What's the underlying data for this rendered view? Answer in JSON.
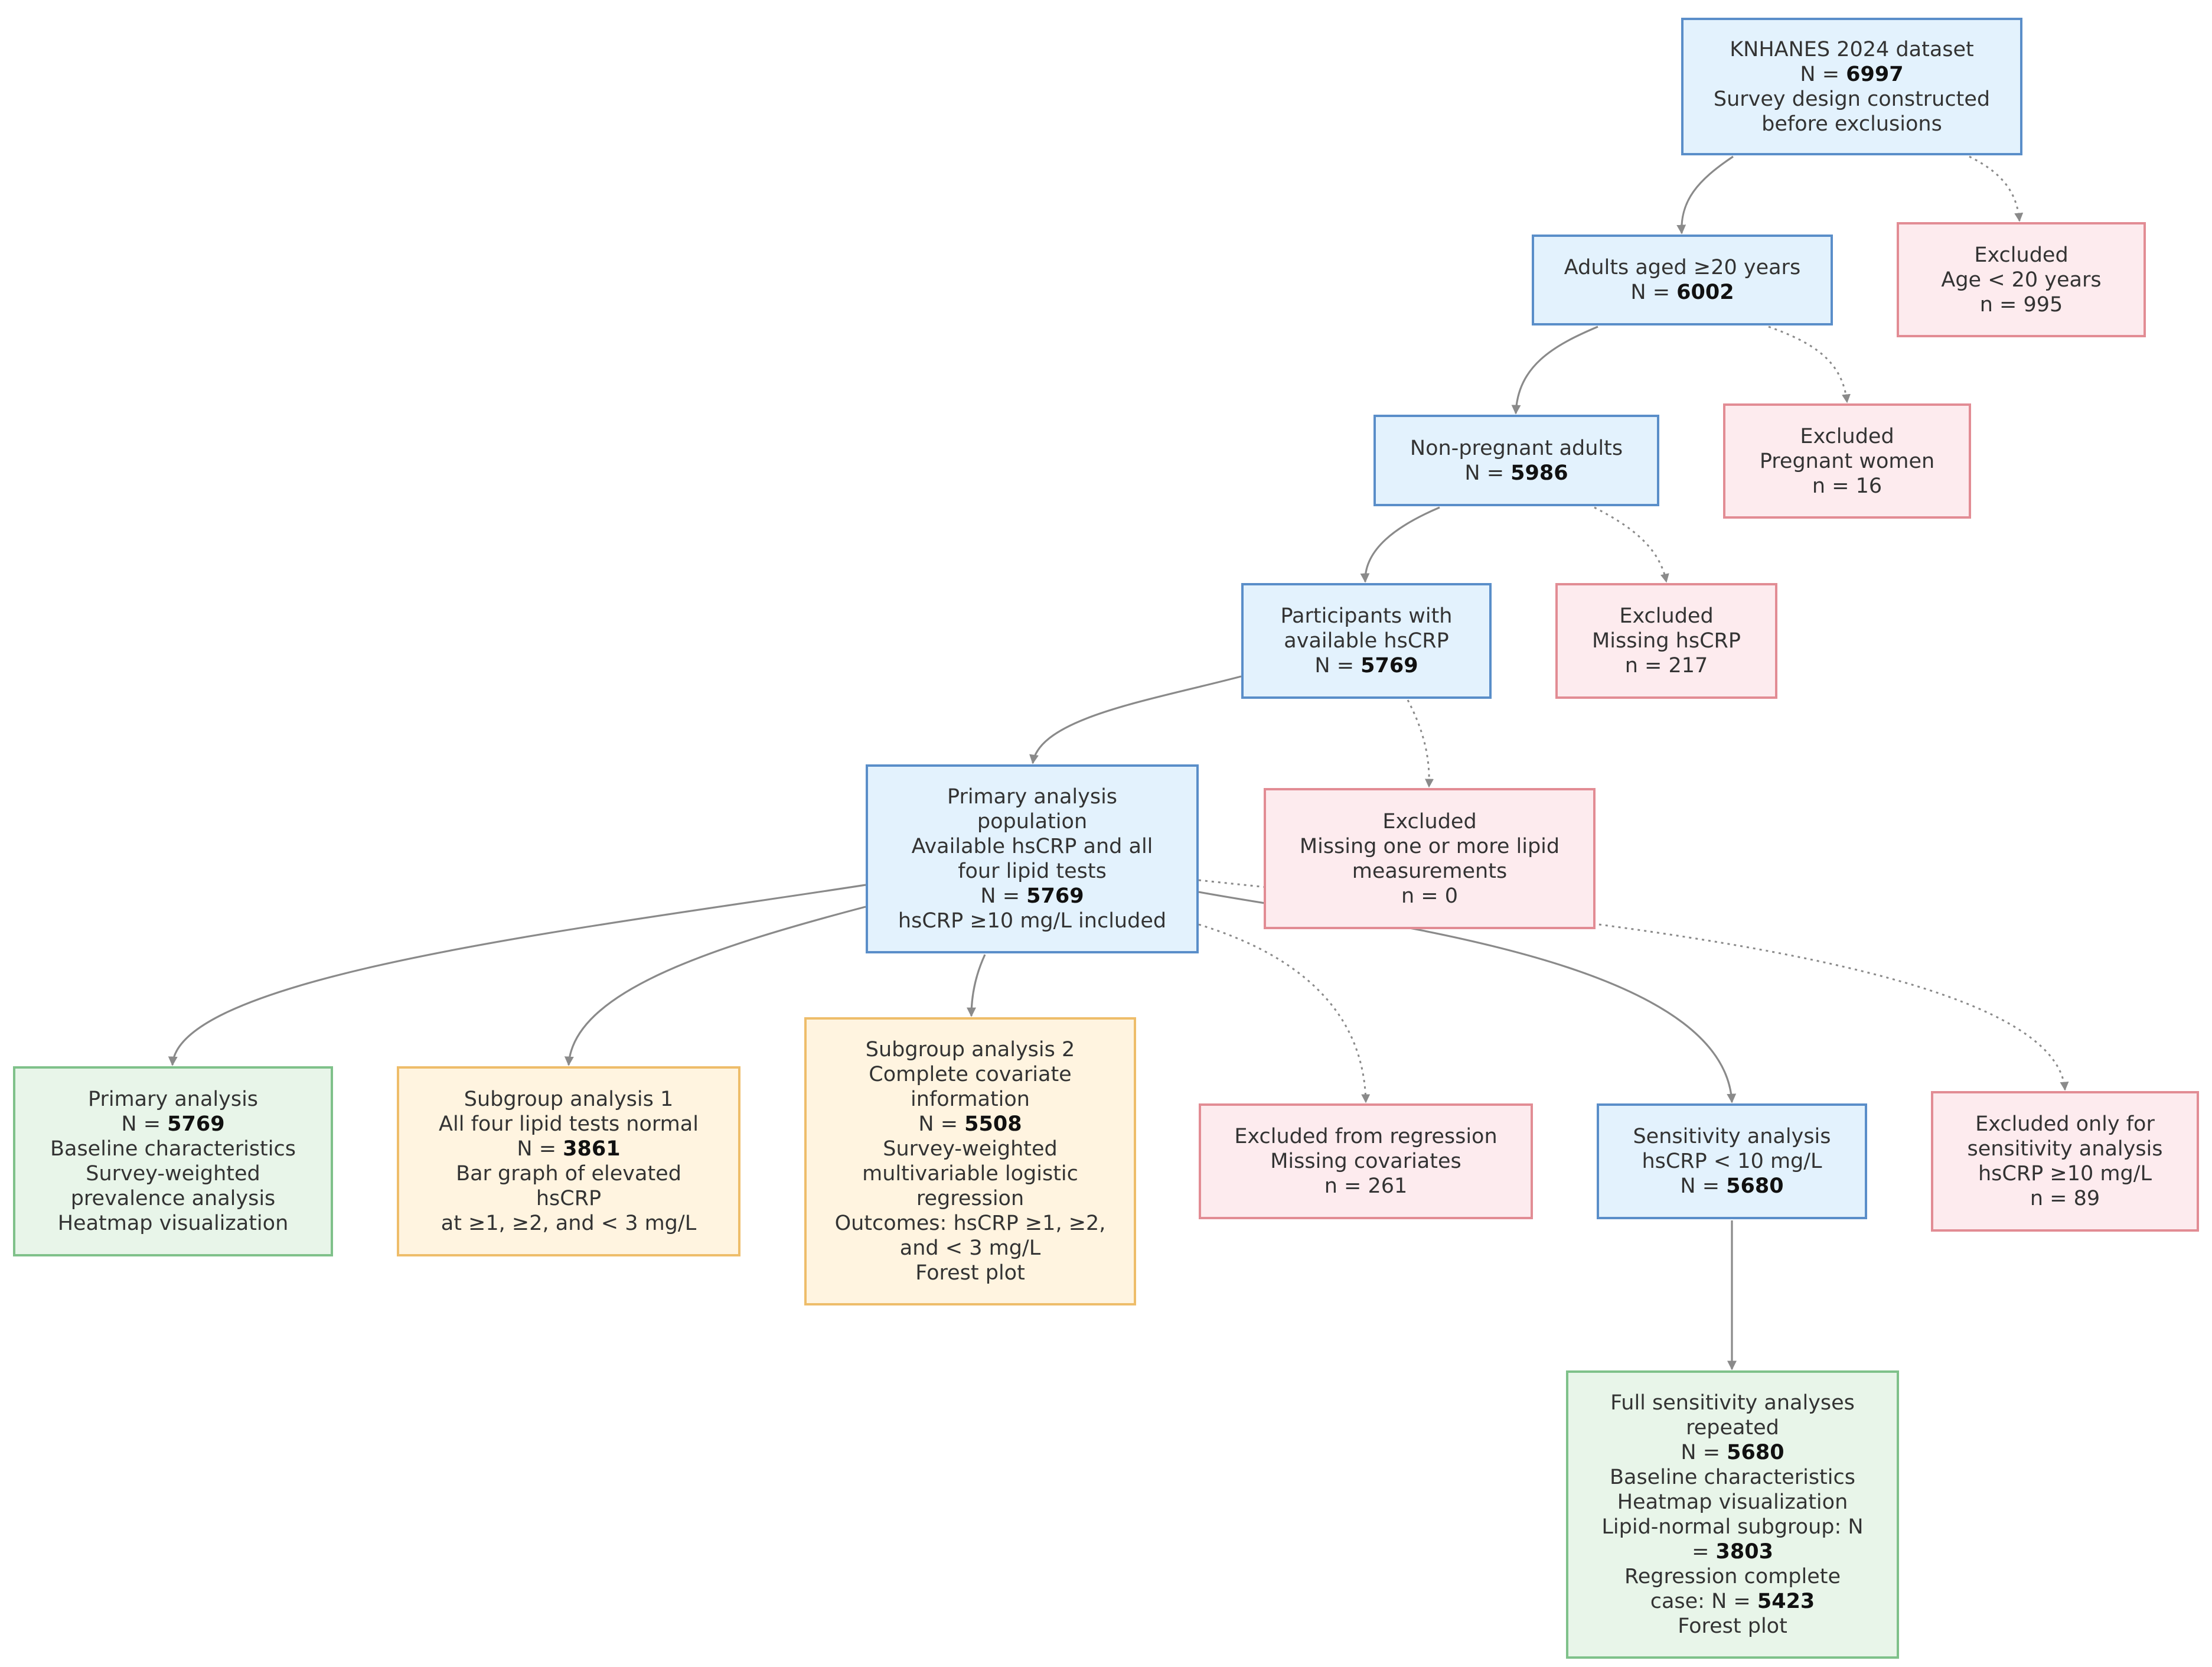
{
  "colors": {
    "main_fill": "#e3f2fd",
    "main_border": "#5a8ec9",
    "excluded_fill": "#fdebee",
    "excluded_border": "#e28c94",
    "analysis_fill": "#e8f5e9",
    "analysis_border": "#7fc18a",
    "subgroup_fill": "#fff4e0",
    "subgroup_border": "#eebd6a",
    "edge": "#8a8a8a"
  },
  "nodes": {
    "knhanes": {
      "lines": [
        {
          "t": "KNHANES 2024 dataset"
        },
        {
          "t": "N = ",
          "b": "6997"
        },
        {
          "t": "Survey design constructed"
        },
        {
          "t": "before exclusions"
        }
      ]
    },
    "excl_age": {
      "lines": [
        {
          "t": "Excluded"
        },
        {
          "t": "Age < 20 years"
        },
        {
          "t": "n = 995"
        }
      ]
    },
    "adults": {
      "lines": [
        {
          "t": "Adults aged ≥20 years"
        },
        {
          "t": "N = ",
          "b": "6002"
        }
      ]
    },
    "excl_preg": {
      "lines": [
        {
          "t": "Excluded"
        },
        {
          "t": "Pregnant women"
        },
        {
          "t": "n = 16"
        }
      ]
    },
    "nonpreg": {
      "lines": [
        {
          "t": "Non-pregnant adults"
        },
        {
          "t": "N = ",
          "b": "5986"
        }
      ]
    },
    "excl_hscrp": {
      "lines": [
        {
          "t": "Excluded"
        },
        {
          "t": "Missing hsCRP"
        },
        {
          "t": "n = 217"
        }
      ]
    },
    "avail_hscrp": {
      "lines": [
        {
          "t": "Participants with"
        },
        {
          "t": "available hsCRP"
        },
        {
          "t": "N = ",
          "b": "5769"
        }
      ]
    },
    "primary_pop": {
      "lines": [
        {
          "t": "Primary analysis"
        },
        {
          "t": "population"
        },
        {
          "t": "Available hsCRP and all"
        },
        {
          "t": "four lipid tests"
        },
        {
          "t": "N = ",
          "b": "5769"
        },
        {
          "t": "hsCRP ≥10 mg/L included"
        }
      ]
    },
    "excl_lipid": {
      "lines": [
        {
          "t": "Excluded"
        },
        {
          "t": "Missing one or more lipid"
        },
        {
          "t": "measurements"
        },
        {
          "t": "n = 0"
        }
      ]
    },
    "primary_analysis": {
      "lines": [
        {
          "t": "Primary analysis"
        },
        {
          "t": "N = ",
          "b": "5769"
        },
        {
          "t": "Baseline characteristics"
        },
        {
          "t": "Survey-weighted"
        },
        {
          "t": "prevalence analysis"
        },
        {
          "t": "Heatmap visualization"
        }
      ]
    },
    "subgroup1": {
      "lines": [
        {
          "t": "Subgroup analysis 1"
        },
        {
          "t": "All four lipid tests normal"
        },
        {
          "t": "N = ",
          "b": "3861"
        },
        {
          "t": "Bar graph of elevated"
        },
        {
          "t": "hsCRP"
        },
        {
          "t": "at ≥1, ≥2, and < 3 mg/L"
        }
      ]
    },
    "subgroup2": {
      "lines": [
        {
          "t": "Subgroup analysis 2"
        },
        {
          "t": "Complete covariate"
        },
        {
          "t": "information"
        },
        {
          "t": "N = ",
          "b": "5508"
        },
        {
          "t": "Survey-weighted"
        },
        {
          "t": "multivariable logistic"
        },
        {
          "t": "regression"
        },
        {
          "t": "Outcomes: hsCRP ≥1, ≥2,"
        },
        {
          "t": "and < 3 mg/L"
        },
        {
          "t": "Forest plot"
        }
      ]
    },
    "excl_regression": {
      "lines": [
        {
          "t": "Excluded from regression"
        },
        {
          "t": "Missing covariates"
        },
        {
          "t": "n = 261"
        }
      ]
    },
    "sensitivity": {
      "lines": [
        {
          "t": "Sensitivity analysis"
        },
        {
          "t": "hsCRP < 10 mg/L"
        },
        {
          "t": "N = ",
          "b": "5680"
        }
      ]
    },
    "excl_sensitivity": {
      "lines": [
        {
          "t": "Excluded only for"
        },
        {
          "t": "sensitivity analysis"
        },
        {
          "t": "hsCRP ≥10 mg/L"
        },
        {
          "t": "n = 89"
        }
      ]
    },
    "full_sensitivity": {
      "lines": [
        {
          "t": "Full sensitivity analyses"
        },
        {
          "t": "repeated"
        },
        {
          "t": "N = ",
          "b": "5680"
        },
        {
          "t": "Baseline characteristics"
        },
        {
          "t": "Heatmap visualization"
        },
        {
          "t": "Lipid-normal subgroup: N"
        },
        {
          "t": "= ",
          "b": "3803"
        },
        {
          "t": "Regression complete"
        },
        {
          "t": "case: N = ",
          "b": "5423"
        },
        {
          "t": "Forest plot"
        }
      ]
    }
  }
}
